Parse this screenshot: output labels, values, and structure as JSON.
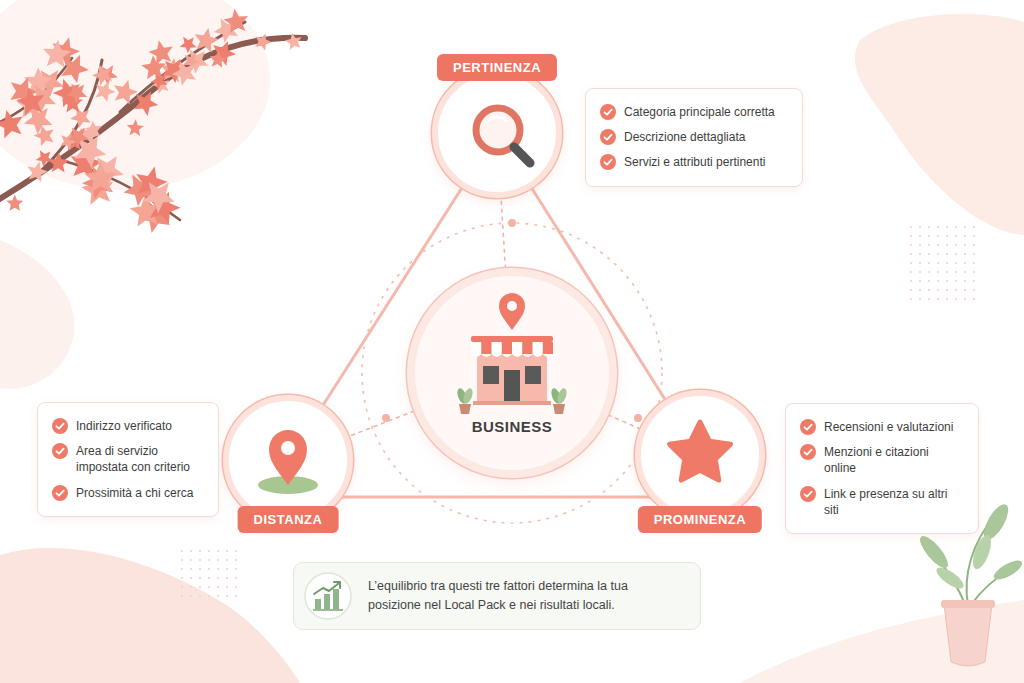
{
  "diagram": {
    "nodes": [
      {
        "text": [
          "PERTINENZA"
        ]
      },
      {
        "text": [
          "Categoria principale corretta",
          "Descrizione dettagliata",
          "Servizi e attributi pertinenti"
        ]
      },
      {
        "text": [
          "BUSINESS"
        ]
      },
      {
        "text": [
          "DISTANZA"
        ]
      },
      {
        "text": [
          "Indirizzo verificato",
          "Area di servizio impostata con criterio",
          "Prossimità a chi cerca"
        ]
      },
      {
        "text": [
          "PROMINENZA"
        ]
      },
      {
        "text": [
          "Recensioni e valutazioni",
          "Menzioni e citazioni online",
          "Link e presenza su altri siti"
        ]
      },
      {
        "text": [
          "L’equilibrio tra questi tre fattori determina la tua posizione nel Local Pack e nei risultati locali."
        ]
      }
    ],
    "edges": [
      {
        "from": 0,
        "to": 3,
        "arrow": "none"
      },
      {
        "from": 3,
        "to": 5,
        "arrow": "none"
      },
      {
        "from": 5,
        "to": 0,
        "arrow": "none"
      },
      {
        "from": 2,
        "to": 0,
        "arrow": "none"
      },
      {
        "from": 2,
        "to": 3,
        "arrow": "none"
      },
      {
        "from": 2,
        "to": 5,
        "arrow": "none"
      }
    ]
  }
}
